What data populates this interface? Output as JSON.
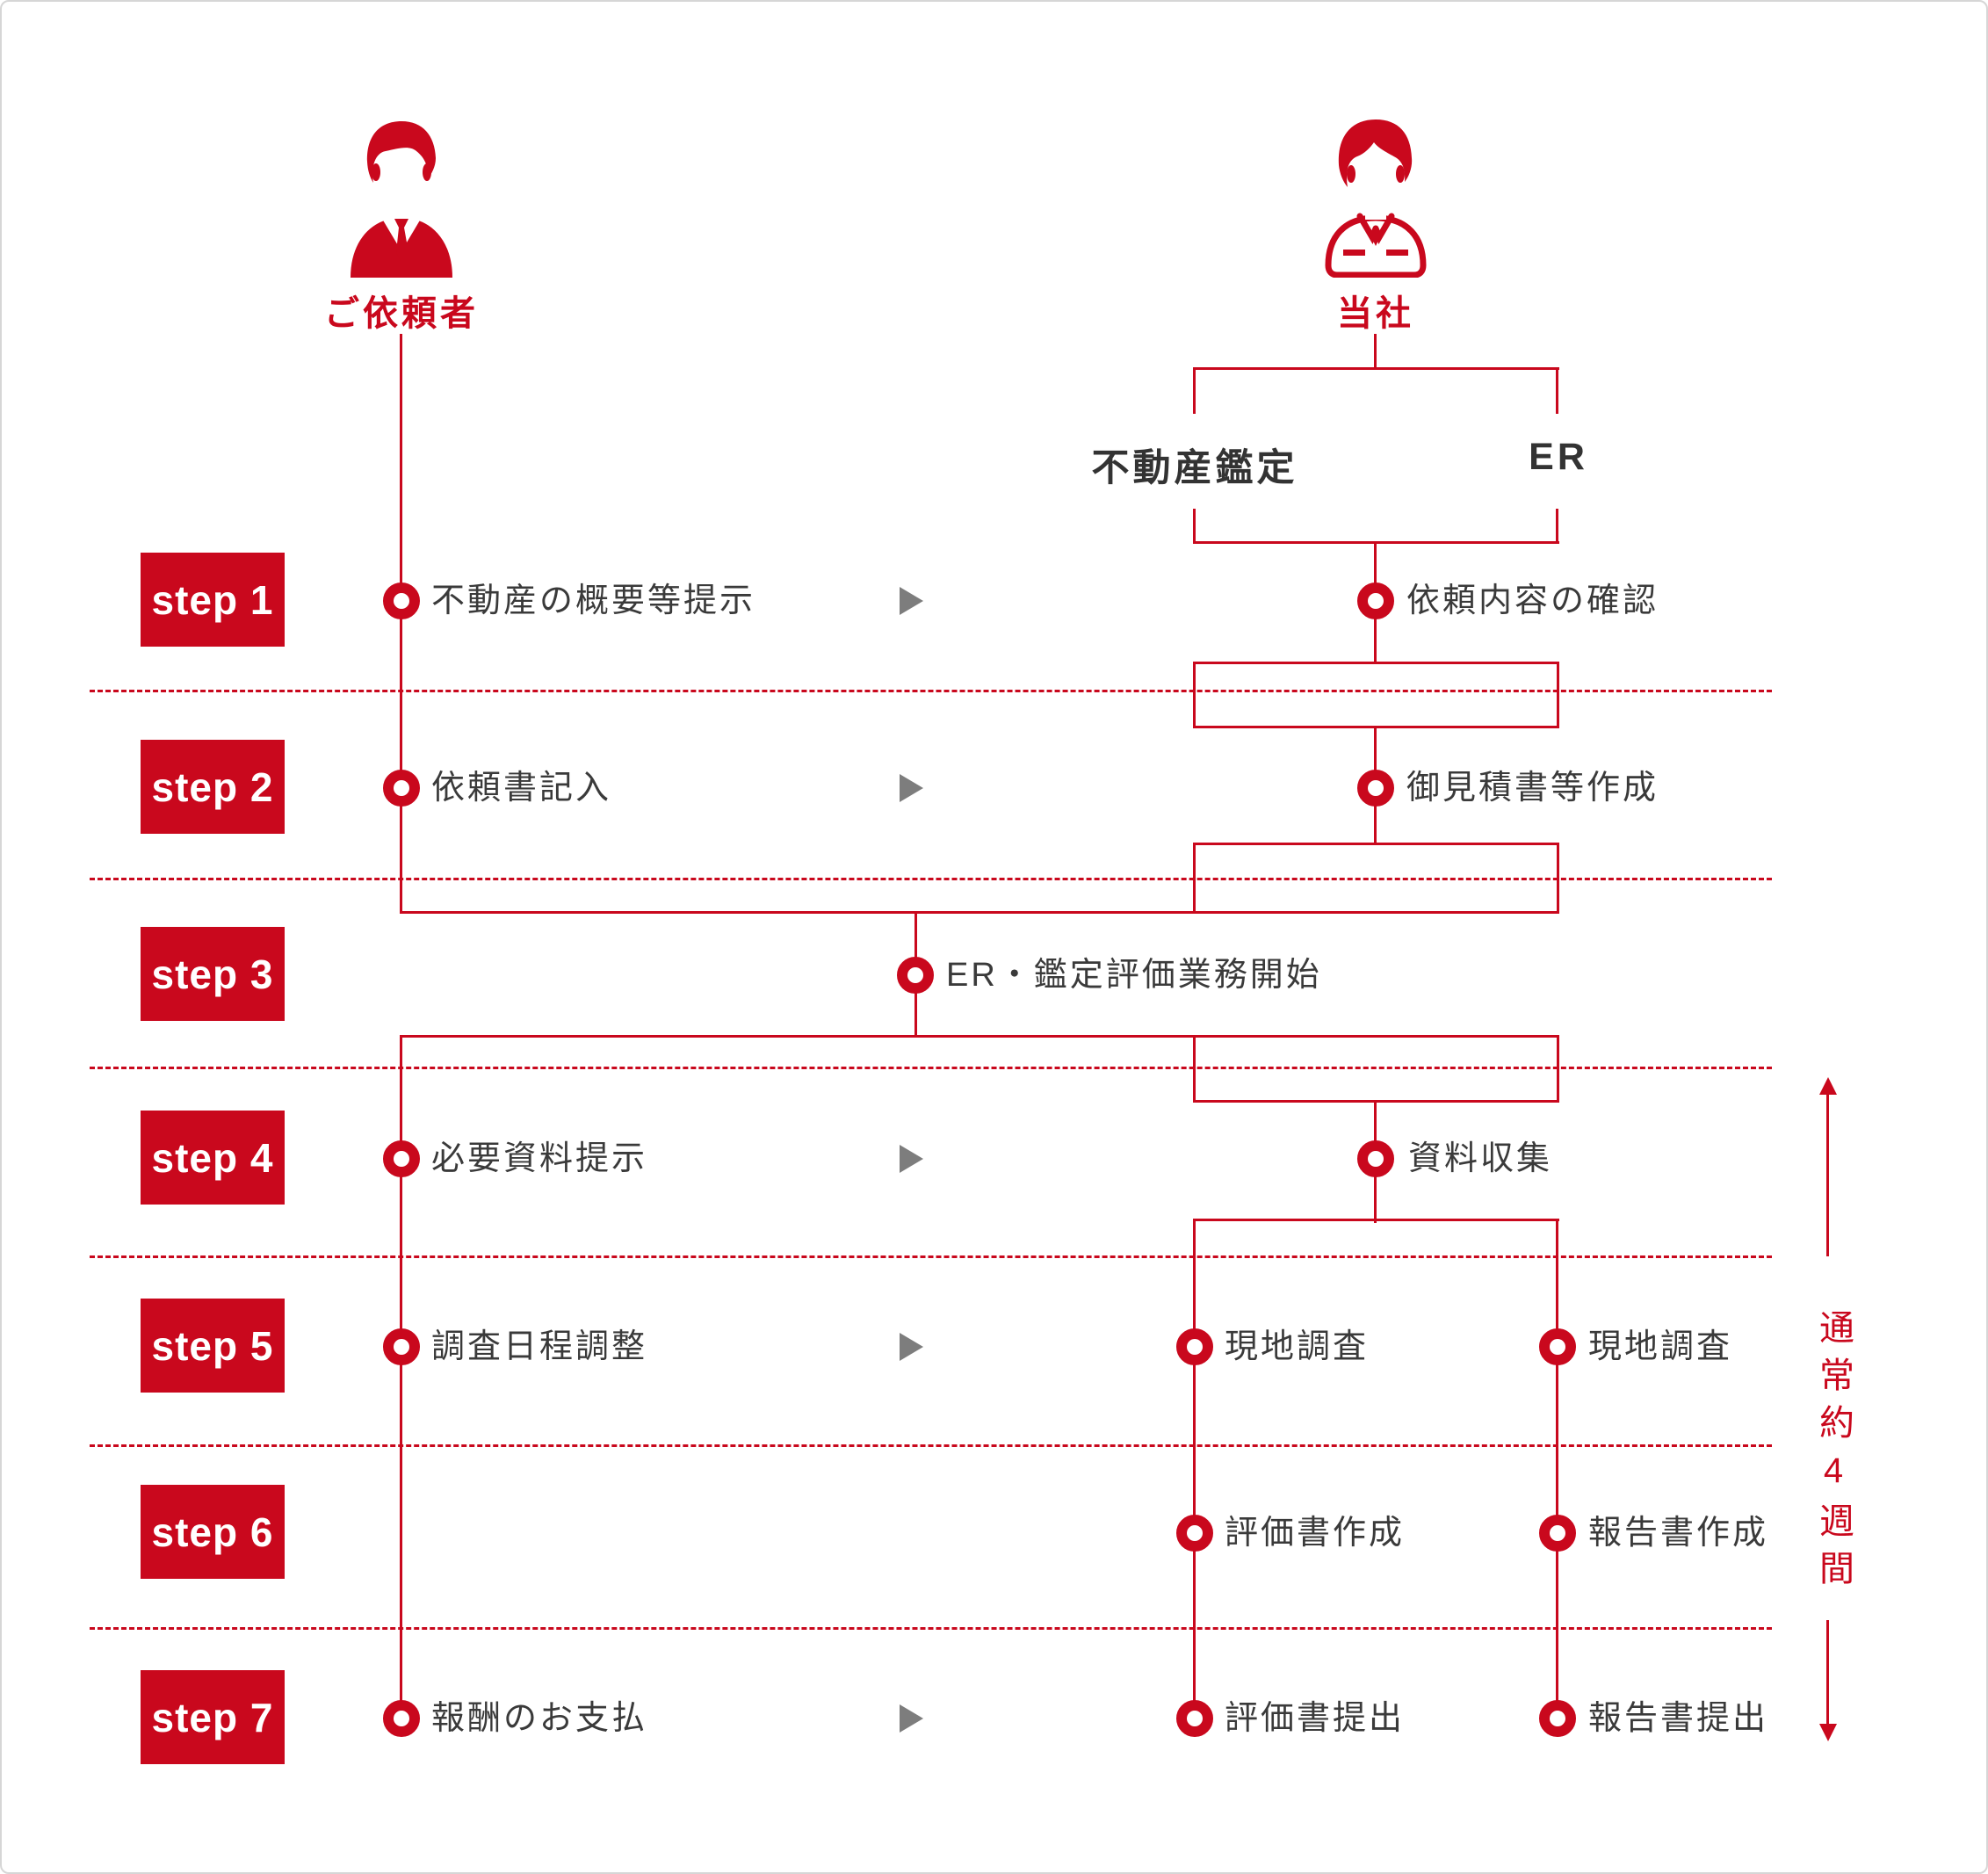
{
  "colors": {
    "red": "#c9081d",
    "arrow_gray": "#7d7d7d",
    "text_dark": "#3a3a3a",
    "canvas_border": "#d6d6d6",
    "background": "#ffffff"
  },
  "icons": {
    "client": "client-person-icon",
    "company": "company-person-icon",
    "flow_arrow": "right-triangle-arrow-icon",
    "milestone": "milestone-dot-icon"
  },
  "actors": {
    "client": {
      "label": "ご依頼者"
    },
    "company": {
      "label": "当社"
    }
  },
  "branches": {
    "left": {
      "label": "不動産鑑定"
    },
    "right": {
      "label": "ER"
    }
  },
  "steps": [
    {
      "badge": "step 1",
      "client": "不動産の概要等提示",
      "company": "依頼内容の確認"
    },
    {
      "badge": "step 2",
      "client": "依頼書記入",
      "company": "御見積書等作成"
    },
    {
      "badge": "step 3",
      "center": "ER・鑑定評価業務開始"
    },
    {
      "badge": "step 4",
      "client": "必要資料提示",
      "company": "資料収集"
    },
    {
      "badge": "step 5",
      "client": "調査日程調整",
      "left": "現地調査",
      "right": "現地調査"
    },
    {
      "badge": "step 6",
      "left": "評価書作成",
      "right": "報告書作成"
    },
    {
      "badge": "step 7",
      "client": "報酬のお支払",
      "left": "評価書提出",
      "right": "報告書提出"
    }
  ],
  "duration_note": {
    "text": "通常約4週間"
  }
}
